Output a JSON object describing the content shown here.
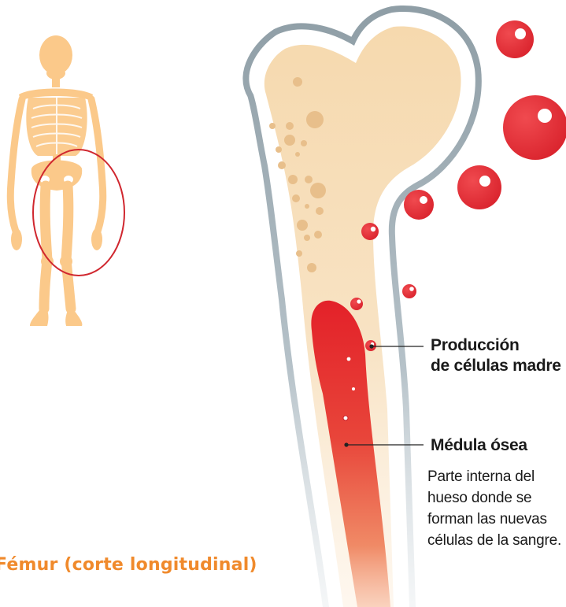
{
  "labels": {
    "production_line1": "Producción",
    "production_line2": "de células madre",
    "marrow_title": "Médula ósea",
    "marrow_desc_line1": "Parte interna del",
    "marrow_desc_line2": "hueso donde se",
    "marrow_desc_line3": "forman las nuevas",
    "marrow_desc_line4": "células de la sangre."
  },
  "title": "Fémur (corte longitudinal)",
  "colors": {
    "bone": "#f6d9ae",
    "bone_outline": "#8f9ea6",
    "marrow_red": "#e5262f",
    "cell_red": "#e8333a",
    "skeleton": "#fbc98a",
    "highlight_circle": "#d0272f",
    "title_orange": "#f08a2c"
  }
}
